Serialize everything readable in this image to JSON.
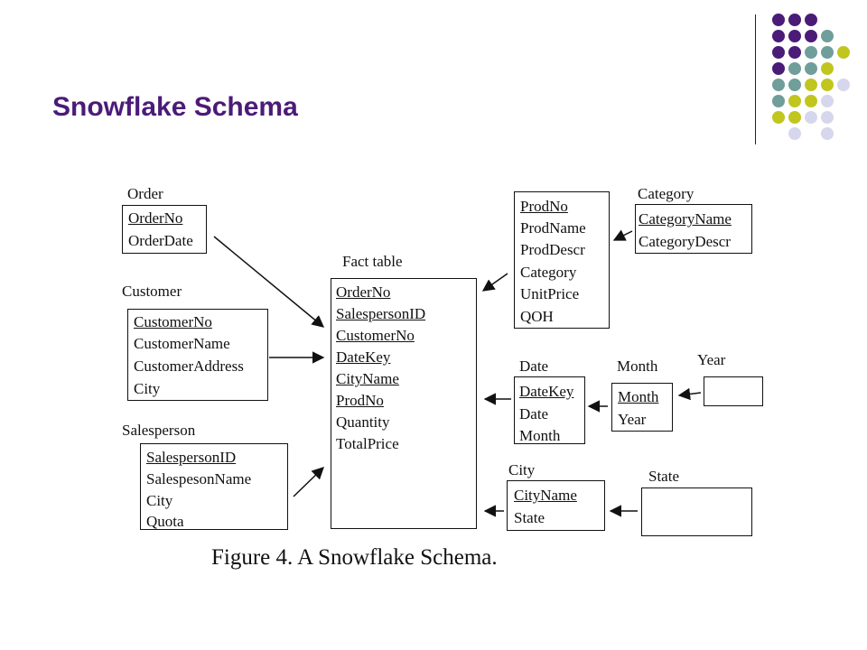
{
  "slide": {
    "title": "Snowflake Schema"
  },
  "decoration": {
    "colors": {
      "purple": "#4b1b78",
      "teal": "#6f9e9b",
      "lime": "#c1c61f",
      "lavender": "#d6d6ec"
    }
  },
  "diagram": {
    "caption": "Figure 4. A Snowflake Schema.",
    "entities": {
      "order": {
        "title": "Order",
        "fields": [
          "OrderNo",
          "OrderDate"
        ]
      },
      "customer": {
        "title": "Customer",
        "fields": [
          "CustomerNo",
          "CustomerName",
          "CustomerAddress",
          "City"
        ]
      },
      "salesperson": {
        "title": "Salesperson",
        "fields": [
          "SalespersonID",
          "SalespesonName",
          "City",
          "Quota"
        ]
      },
      "fact": {
        "title": "Fact table",
        "fields": [
          "OrderNo",
          "SalespersonID",
          "CustomerNo",
          "DateKey",
          "CityName",
          "ProdNo",
          "Quantity",
          "TotalPrice"
        ]
      },
      "product": {
        "title": "",
        "fields": [
          "ProdNo",
          "ProdName",
          "ProdDescr",
          "Category",
          "UnitPrice",
          "QOH"
        ]
      },
      "category": {
        "title": "Category",
        "fields": [
          "CategoryName",
          "CategoryDescr"
        ]
      },
      "date": {
        "title": "Date",
        "fields": [
          "DateKey",
          "Date",
          "Month"
        ]
      },
      "month": {
        "title": "Month",
        "fields": [
          "Month",
          "Year"
        ]
      },
      "year": {
        "title": "Year",
        "fields": []
      },
      "city": {
        "title": "City",
        "fields": [
          "CityName",
          "State"
        ]
      },
      "state": {
        "title": "State",
        "fields": []
      }
    }
  }
}
